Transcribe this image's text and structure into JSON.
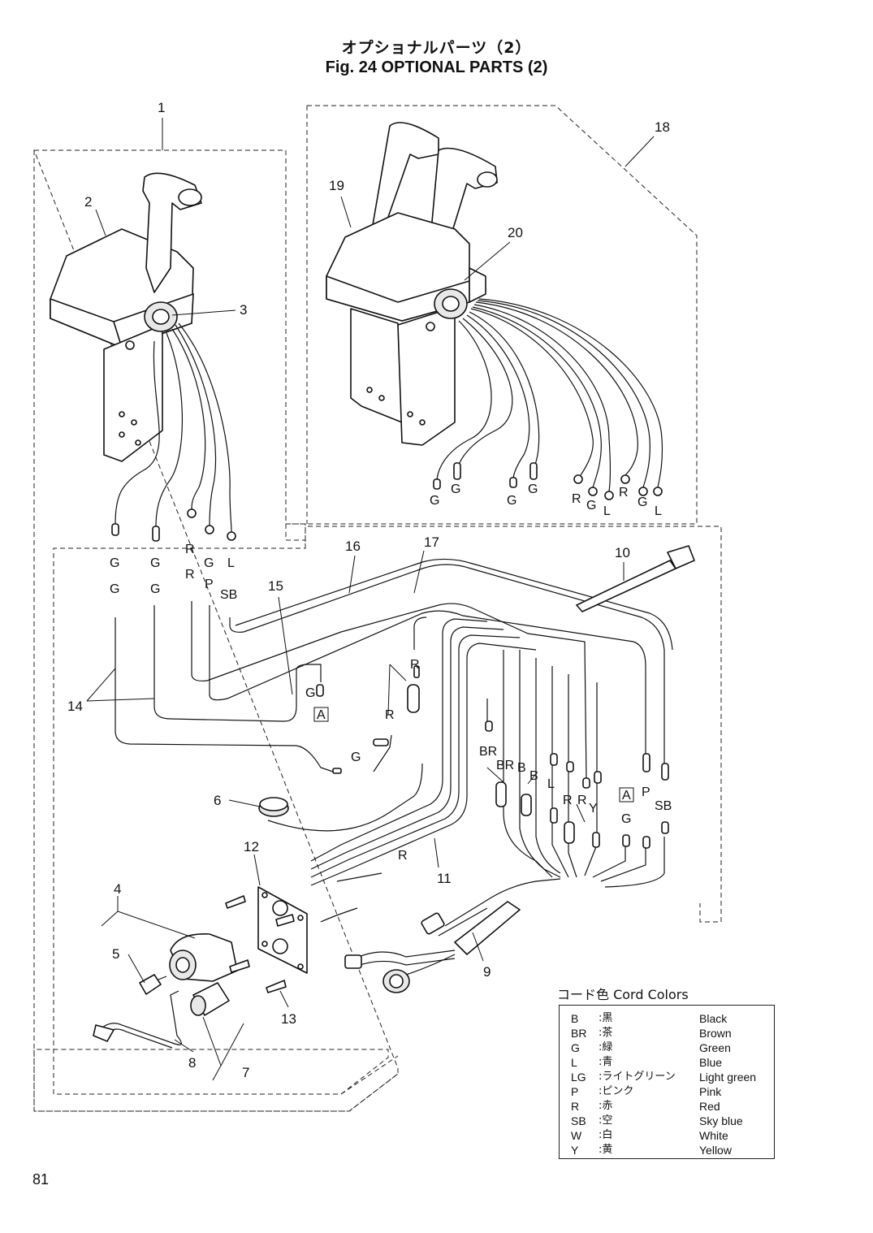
{
  "header": {
    "title_jp": "オプショナルパーツ（2）",
    "title_en": "Fig. 24    OPTIONAL PARTS (2)"
  },
  "callouts": {
    "c1": "1",
    "c2": "2",
    "c3": "3",
    "c4": "4",
    "c5": "5",
    "c6": "6",
    "c7": "7",
    "c8": "8",
    "c9": "9",
    "c10": "10",
    "c11": "11",
    "c12": "12",
    "c13": "13",
    "c14": "14",
    "c15": "15",
    "c16": "16",
    "c17": "17",
    "c18": "18",
    "c19": "19",
    "c20": "20"
  },
  "wire_labels": {
    "top_g1": "G",
    "top_g2": "G",
    "top_g3": "G",
    "top_g4": "G",
    "top_r1": "R",
    "top_g5": "G",
    "top_l1": "L",
    "top_r2": "R",
    "top_g6": "G",
    "top_l2": "L",
    "left_g1": "G",
    "left_g2": "G",
    "left_r": "R",
    "left_gg": "G",
    "left_l": "L",
    "left_g3": "G",
    "left_g4": "G",
    "left_r2": "R",
    "left_p": "P",
    "left_sb": "SB",
    "mid_g": "G",
    "mid_r": "R",
    "mid_r2": "R",
    "mid_g2": "G",
    "mid_r3": "R",
    "br1": "BR",
    "br2": "BR",
    "b1": "B",
    "b2": "B",
    "l": "L",
    "r4": "R",
    "r5": "R",
    "y": "Y",
    "g_bot": "G",
    "p_bot": "P",
    "sb_bot": "SB",
    "box_a1": "A",
    "box_a2": "A"
  },
  "cord_colors": {
    "title": "コード色 Cord Colors",
    "rows": [
      {
        "code": "B",
        "jp": ":黒",
        "en": "Black"
      },
      {
        "code": "BR",
        "jp": ":茶",
        "en": "Brown"
      },
      {
        "code": "G",
        "jp": ":緑",
        "en": "Green"
      },
      {
        "code": "L",
        "jp": ":青",
        "en": "Blue"
      },
      {
        "code": "LG",
        "jp": ":ライトグリーン",
        "en": "Light green"
      },
      {
        "code": "P",
        "jp": ":ピンク",
        "en": "Pink"
      },
      {
        "code": "R",
        "jp": ":赤",
        "en": "Red"
      },
      {
        "code": "SB",
        "jp": ":空",
        "en": "Sky blue"
      },
      {
        "code": "W",
        "jp": ":白",
        "en": "White"
      },
      {
        "code": "Y",
        "jp": ":黄",
        "en": "Yellow"
      }
    ]
  },
  "page_number": "81"
}
